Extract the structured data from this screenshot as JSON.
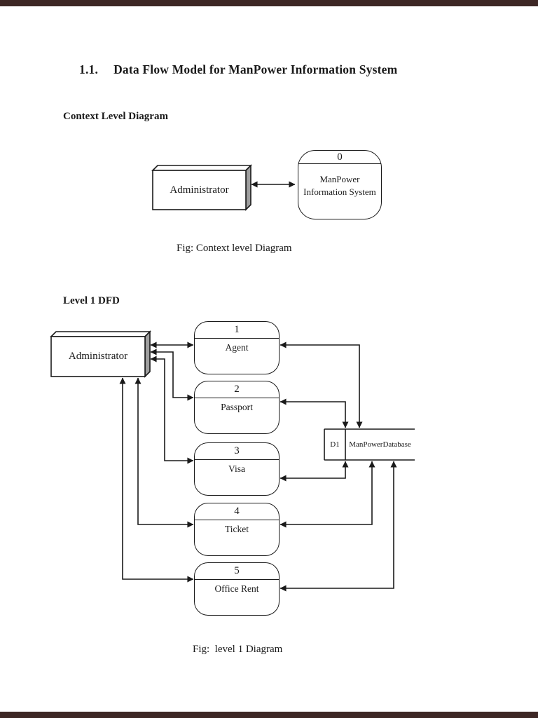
{
  "document": {
    "section_number": "1.1.",
    "section_title": "Data Flow Model for ManPower Information System"
  },
  "context_diagram": {
    "heading": "Context Level Diagram",
    "external_entity": "Administrator",
    "process": {
      "number": "0",
      "name_line1": "ManPower",
      "name_line2": "Information System"
    },
    "caption": "Fig: Context level Diagram"
  },
  "level1_diagram": {
    "heading": "Level 1 DFD",
    "external_entity": "Administrator",
    "processes": [
      {
        "number": "1",
        "name": "Agent"
      },
      {
        "number": "2",
        "name": "Passport"
      },
      {
        "number": "3",
        "name": "Visa"
      },
      {
        "number": "4",
        "name": "Ticket"
      },
      {
        "number": "5",
        "name": "Office Rent"
      }
    ],
    "data_store": {
      "id": "D1",
      "name": "ManPowerDatabase"
    },
    "caption": "Fig:  level 1 Diagram"
  },
  "colors": {
    "viewer_frame": "#3d2725",
    "diagram_line": "#1a1a1a",
    "entity_side_shade": "#9e9e9e",
    "page_background": "#ffffff"
  }
}
